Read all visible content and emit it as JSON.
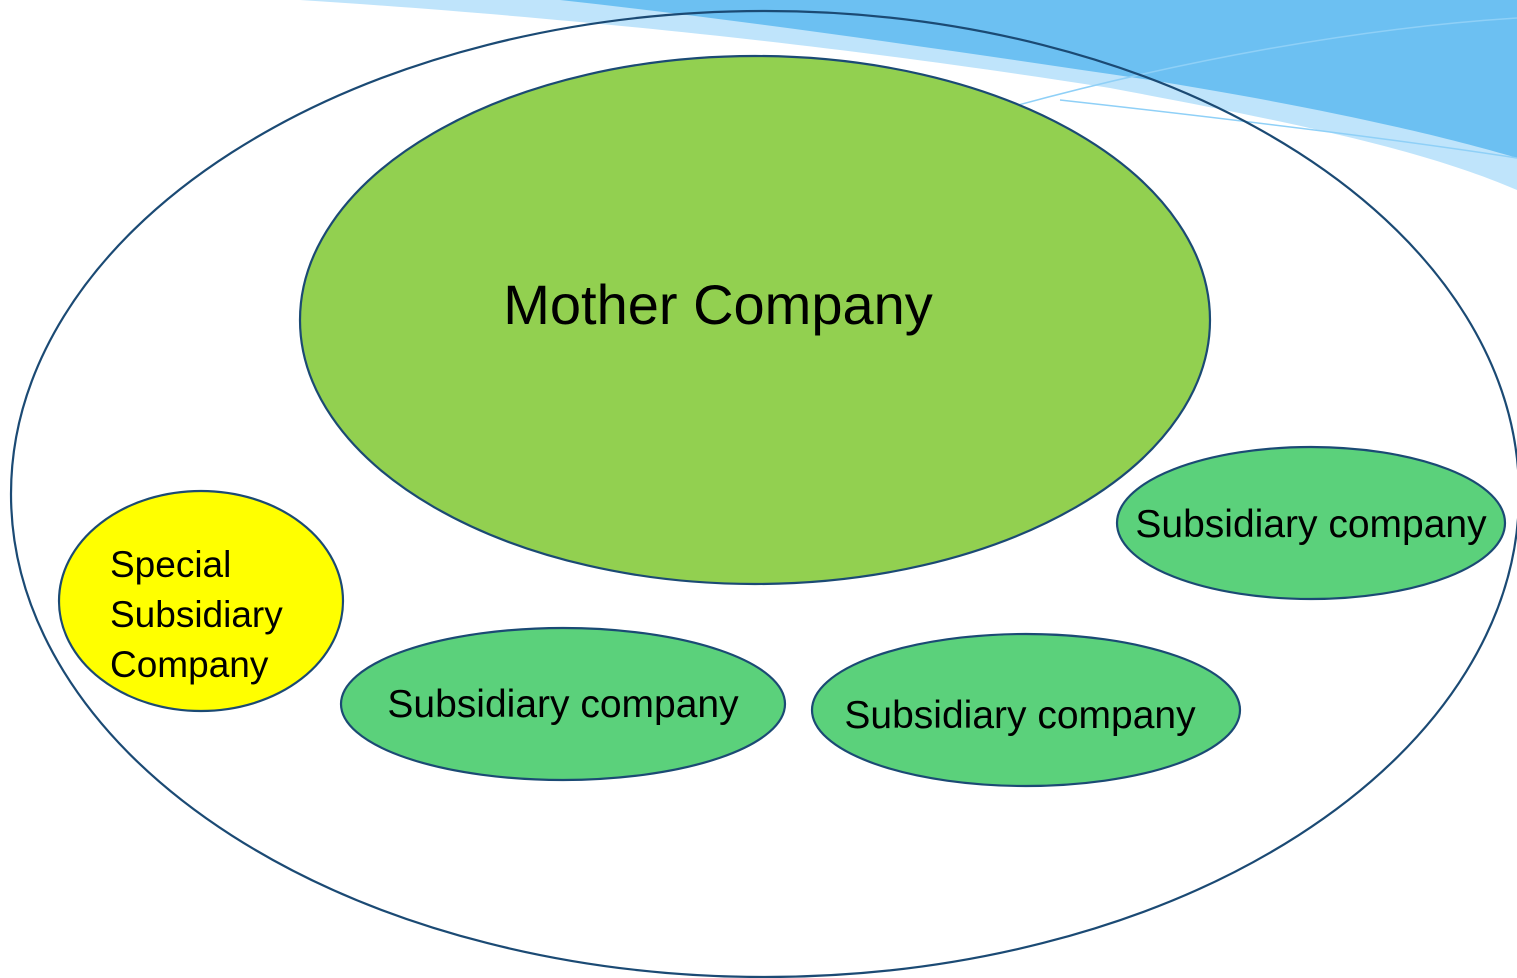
{
  "colors": {
    "outline": "#1b4a74",
    "mother_fill": "#92d050",
    "subsidiary_fill": "#5bd17b",
    "special_fill": "#ffff00",
    "banner_light": "#bfe4fb",
    "banner_mid": "#8fd0f7",
    "banner_dark": "#6cc0f2",
    "text": "#000000"
  },
  "diagram": {
    "mother": {
      "label": "Mother Company"
    },
    "special": {
      "lines": [
        "Special",
        "Subsidiary",
        "Company"
      ]
    },
    "subsidiaries": [
      {
        "label": "Subsidiary company"
      },
      {
        "label": "Subsidiary company"
      },
      {
        "label": "Subsidiary company"
      }
    ]
  }
}
